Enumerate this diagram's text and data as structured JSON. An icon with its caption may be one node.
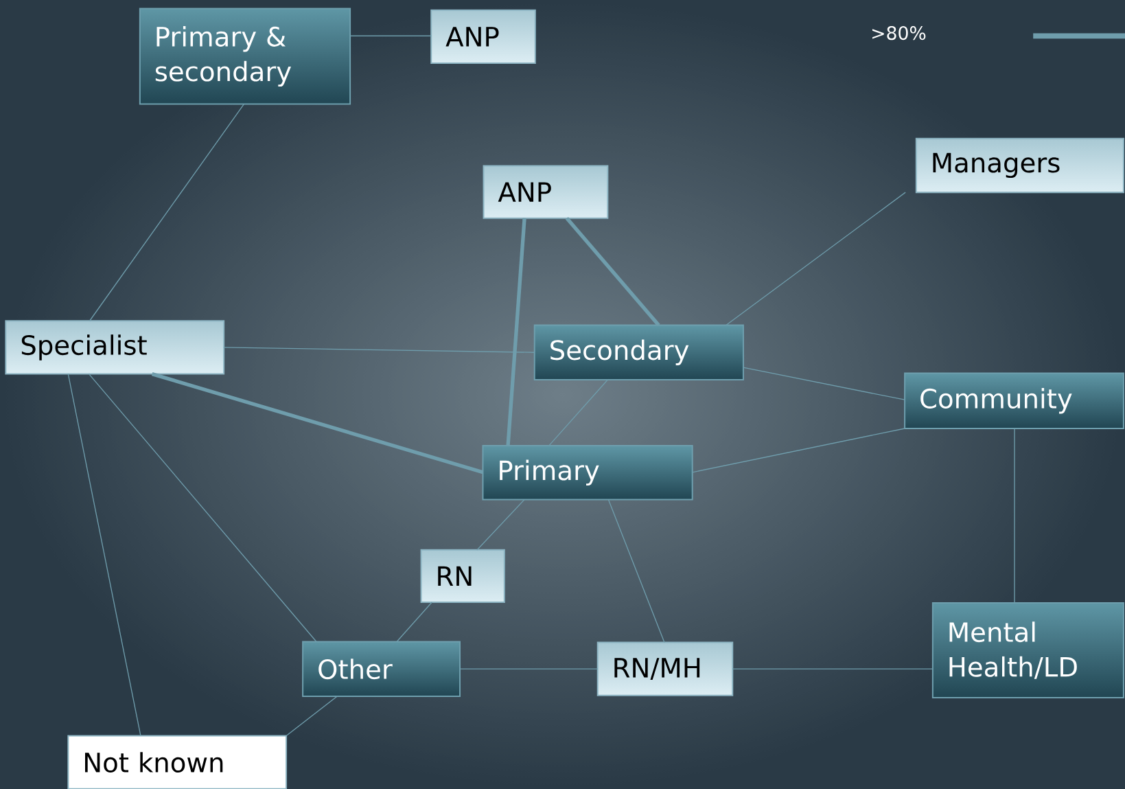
{
  "diagram": {
    "nodes": [
      {
        "text": [
          "Primary & secondary"
        ]
      },
      {
        "text": [
          "ANP"
        ]
      },
      {
        "text": [
          "ANP"
        ]
      },
      {
        "text": [
          "Managers"
        ]
      },
      {
        "text": [
          "Specialist"
        ]
      },
      {
        "text": [
          "Secondary"
        ]
      },
      {
        "text": [
          "Community"
        ]
      },
      {
        "text": [
          "Primary"
        ]
      },
      {
        "text": [
          "RN"
        ]
      },
      {
        "text": [
          "Other"
        ]
      },
      {
        "text": [
          "RN/MH"
        ]
      },
      {
        "text": [
          "Mental Health/LD"
        ]
      },
      {
        "text": [
          "Not known"
        ]
      }
    ],
    "edges": [
      {
        "from": 0,
        "to": 1,
        "arrow": "none"
      },
      {
        "from": 0,
        "to": 4,
        "arrow": "none"
      },
      {
        "from": 2,
        "to": 5,
        "arrow": "none",
        "style": "thick"
      },
      {
        "from": 2,
        "to": 7,
        "arrow": "none",
        "style": "thick"
      },
      {
        "from": 4,
        "to": 5,
        "arrow": "none"
      },
      {
        "from": 4,
        "to": 7,
        "arrow": "none",
        "style": "thick"
      },
      {
        "from": 3,
        "to": 5,
        "arrow": "none"
      },
      {
        "from": 5,
        "to": 6,
        "arrow": "none"
      },
      {
        "from": 5,
        "to": 7,
        "arrow": "none"
      },
      {
        "from": 6,
        "to": 7,
        "arrow": "none"
      },
      {
        "from": 6,
        "to": 11,
        "arrow": "none"
      },
      {
        "from": 7,
        "to": 8,
        "arrow": "none"
      },
      {
        "from": 7,
        "to": 10,
        "arrow": "none"
      },
      {
        "from": 8,
        "to": 9,
        "arrow": "none"
      },
      {
        "from": 9,
        "to": 10,
        "arrow": "none"
      },
      {
        "from": 10,
        "to": 11,
        "arrow": "none"
      },
      {
        "from": 4,
        "to": 9,
        "arrow": "none"
      },
      {
        "from": 4,
        "to": 12,
        "arrow": "none"
      },
      {
        "from": 9,
        "to": 12,
        "arrow": "none"
      }
    ],
    "legend": [
      {
        "text": ">80%"
      }
    ]
  }
}
